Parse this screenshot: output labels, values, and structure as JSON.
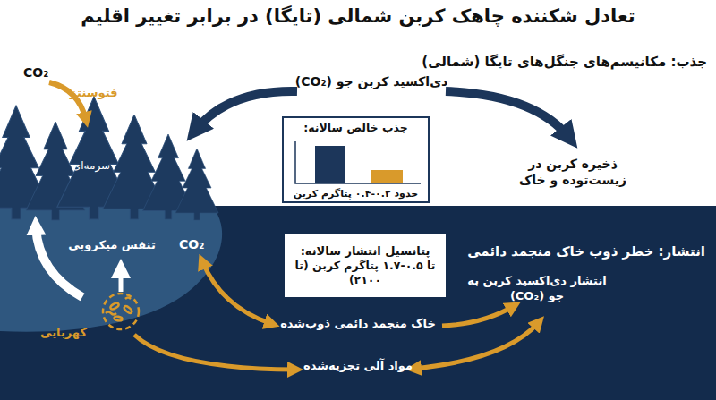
{
  "diagram": {
    "title": "تعادل شکننده چاهک کربن شمالی (تایگا) در برابر تغییر اقلیم",
    "nodes": [
      {
        "text": [
          "جذب خالص سالانه:",
          "حدود ۰.۲-۰.۴ پتاگرم کربن"
        ]
      },
      {
        "text": [
          "انتشار: خطر ذوب خاک منجمد دائمی"
        ]
      },
      {
        "text": [
          "پتانسیل انتشار سالانه:",
          "تا ۰.۵-۱.۷ پتاگرم کربن (تا ۲۱۰۰)"
        ],
        "in": 1
      }
    ],
    "labels": [
      "جذب: مکانیسم‌های جنگل‌های تایگا (شمالی)",
      "CO₂",
      "فتوسنتز",
      "دی‌اکسید کربن جو (CO₂)",
      "سرمه‌ای",
      "ذخیره کربن در زیست‌توده و خاک",
      "تنفس میکروبی",
      "CO₂",
      "کهربایی",
      "انتشار دی‌اکسید کربن به جو (CO₂)",
      "خاک منجمد دائمی ذوب‌شده",
      "مواد آلی تجزیه‌شده"
    ]
  }
}
